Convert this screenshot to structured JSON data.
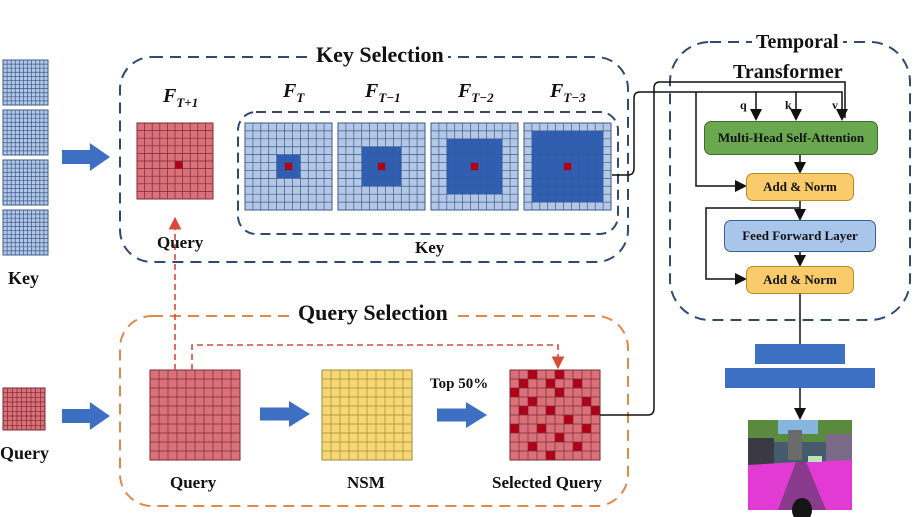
{
  "key_selection": {
    "title": "Key Selection",
    "query_label": "Query",
    "key_label": "Key",
    "frames": [
      {
        "main": "F",
        "sub": "T+1"
      },
      {
        "main": "F",
        "sub": "T"
      },
      {
        "main": "F",
        "sub": "T−1"
      },
      {
        "main": "F",
        "sub": "T−2"
      },
      {
        "main": "F",
        "sub": "T−3"
      }
    ]
  },
  "query_selection": {
    "title": "Query  Selection",
    "query_label": "Query",
    "nsm_label": "NSM",
    "top_label": "Top 50%",
    "selected_label": "Selected Query"
  },
  "left_inputs": {
    "key_label": "Key",
    "query_label": "Query"
  },
  "temporal_transformer": {
    "title_line1": "Temporal",
    "title_line2": "Transformer",
    "q": "q",
    "k": "k",
    "v": "v",
    "mhsa": "Multi-Head Self-Attention",
    "add_norm_1": "Add & Norm",
    "ffn": "Feed Forward Layer",
    "add_norm_2": "Add & Norm"
  },
  "colors": {
    "key_grid": "#b4c8e6",
    "key_dark": "#2e5fb4",
    "query_red": "#d9707a",
    "query_dark": "#b00018",
    "nsm_yellow": "#f7d774",
    "arrow_blue": "#3d6fc2",
    "dash_blue": "#2f4a72",
    "dash_orange": "#e08a4a",
    "dash_red": "#d94a3a",
    "mhsa_green": "#6aa84f",
    "addnorm_yellow": "#f9cb6a",
    "ffn_blue": "#a9c6ea"
  }
}
